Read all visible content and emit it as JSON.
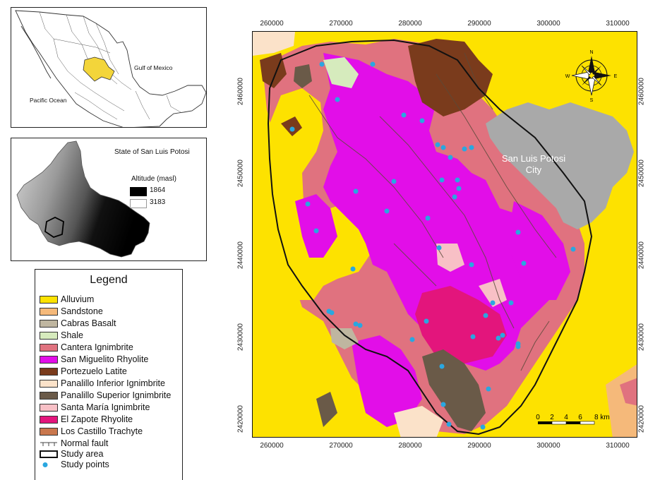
{
  "inset_mexico": {
    "gulf_label": "Gulf of Mexico",
    "pacific_label": "Pacific Ocean"
  },
  "inset_state": {
    "title": "State of San Luis Potosi",
    "altitude_label": "Altitude (masl)",
    "altitude_values": [
      "1864",
      "3183"
    ],
    "colors": {
      "low": "#000000",
      "high": "#ffffff"
    }
  },
  "legend": {
    "title": "Legend",
    "units": [
      {
        "label": "Alluvium",
        "color": "#fde200"
      },
      {
        "label": "Sandstone",
        "color": "#f5b97a"
      },
      {
        "label": "Cabras Basalt",
        "color": "#bfb6a0"
      },
      {
        "label": "Shale",
        "color": "#d6ebbd"
      },
      {
        "label": "Cantera Ignimbrite",
        "color": "#e0727f"
      },
      {
        "label": "San Miguelito Rhyolite",
        "color": "#e20ee8"
      },
      {
        "label": "Portezuelo Latite",
        "color": "#7a3b1c"
      },
      {
        "label": "Panalillo Inferior Ignimbrite",
        "color": "#fbe2c9"
      },
      {
        "label": "Panalillo Superior Ignimbrite",
        "color": "#6a5a48"
      },
      {
        "label": "Santa María Ignimbrite",
        "color": "#f8c0c6"
      },
      {
        "label": "El Zapote Rhyolite",
        "color": "#e3157c"
      },
      {
        "label": "Los Castillo Trachyte",
        "color": "#c9774d"
      }
    ],
    "symbols": [
      {
        "label": "Normal fault",
        "kind": "fault"
      },
      {
        "label": "Study area",
        "kind": "area"
      },
      {
        "label": "Study points",
        "kind": "point",
        "color": "#2aa7e0"
      }
    ]
  },
  "map": {
    "x_ticks": [
      "260000",
      "270000",
      "280000",
      "290000",
      "300000",
      "310000"
    ],
    "y_ticks": [
      "2460000",
      "2450000",
      "2440000",
      "2430000",
      "2420000"
    ],
    "city_label": [
      "San Luis Potosi",
      "City"
    ],
    "city_color": "#a9a9a9",
    "north_arrow": {
      "N": "N",
      "S": "S",
      "E": "E",
      "W": "W"
    },
    "scalebar_labels": [
      "0",
      "2",
      "4",
      "6",
      "8 km"
    ],
    "point_color": "#2aa7e0"
  }
}
